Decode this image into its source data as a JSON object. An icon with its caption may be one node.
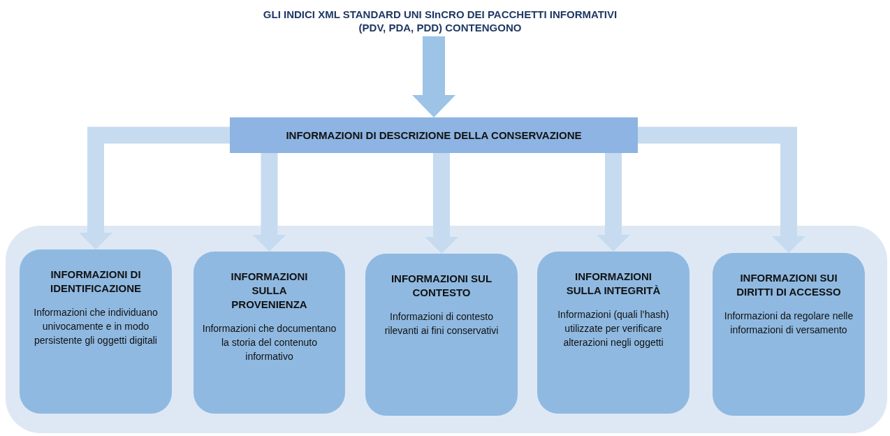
{
  "diagram": {
    "nodes": [
      {
        "text": [
          "GLI INDICI XML STANDARD UNI SInCRO DEI PACCHETTI INFORMATIVI (PDV, PDA, PDD) CONTENGONO"
        ]
      },
      {
        "text": [
          "INFORMAZIONI DI DESCRIZIONE DELLA CONSERVAZIONE"
        ]
      },
      {
        "text": [],
        "shape": "box"
      },
      {
        "text": [
          "INFORMAZIONI DI IDENTIFICAZIONE",
          "Informazioni che individuano univocamente e in modo persistente gli oggetti digitali"
        ],
        "in": 2
      },
      {
        "text": [
          "INFORMAZIONI SULLA PROVENIENZA",
          "Informazioni che documentano la storia del contenuto informativo"
        ],
        "in": 2
      },
      {
        "text": [
          "INFORMAZIONI SUL CONTESTO",
          "Informazioni di contesto rilevanti ai fini conservativi"
        ],
        "in": 2
      },
      {
        "text": [
          "INFORMAZIONI SULLA INTEGRITÀ",
          "Informazioni (quali l’hash) utilizzate per verificare alterazioni negli oggetti"
        ],
        "in": 2
      },
      {
        "text": [
          "INFORMAZIONI SUI DIRITTI DI ACCESSO",
          "Informazioni da regolare nelle informazioni di versamento"
        ],
        "in": 2
      }
    ],
    "edges": [
      {
        "from": 0,
        "to": 1,
        "arrow": "to",
        "color": "#9dc3e6"
      },
      {
        "from": 1,
        "to": 3,
        "arrow": "to"
      },
      {
        "from": 1,
        "to": 4,
        "arrow": "to"
      },
      {
        "from": 1,
        "to": 5,
        "arrow": "to"
      },
      {
        "from": 1,
        "to": 6,
        "arrow": "to"
      },
      {
        "from": 1,
        "to": 7,
        "arrow": "to"
      }
    ]
  }
}
